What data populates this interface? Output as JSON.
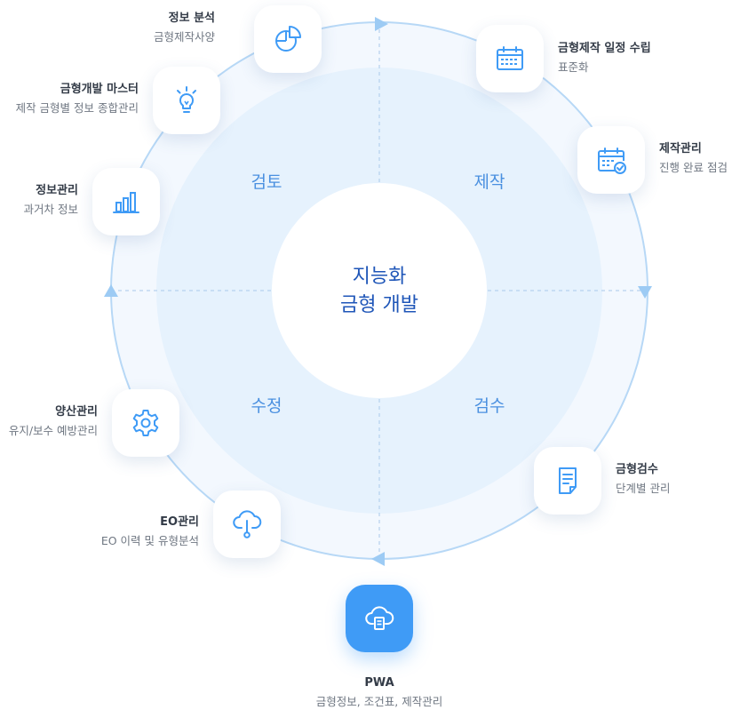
{
  "center": {
    "line1": "지능화",
    "line2": "금형 개발"
  },
  "quadrants": {
    "top_left": "검토",
    "top_right": "제작",
    "bottom_right": "검수",
    "bottom_left": "수정"
  },
  "nodes": {
    "info_analysis": {
      "title": "정보 분석",
      "subtitle": "금형제작사양",
      "icon": "pie-chart-icon"
    },
    "mold_master": {
      "title": "금형개발 마스터",
      "subtitle": "제작 금형별 정보 종합관리",
      "icon": "lightbulb-icon"
    },
    "info_manage": {
      "title": "정보관리",
      "subtitle": "과거차 정보",
      "icon": "bar-chart-icon"
    },
    "schedule": {
      "title": "금형제작 일정 수립",
      "subtitle": "표준화",
      "icon": "calendar-icon"
    },
    "production": {
      "title": "제작관리",
      "subtitle": "진행 완료 점검",
      "icon": "calendar-check-icon"
    },
    "inspection": {
      "title": "금형검수",
      "subtitle": "단계별 관리",
      "icon": "document-icon"
    },
    "mass_production": {
      "title": "양산관리",
      "subtitle": "유지/보수 예방관리",
      "icon": "gear-icon"
    },
    "eo": {
      "title": "EO관리",
      "subtitle": "EO 이력 및 유형분석",
      "icon": "cloud-download-icon"
    },
    "pwa": {
      "title": "PWA",
      "subtitle": "금형정보, 조건표, 제작관리",
      "icon": "cloud-document-icon"
    }
  },
  "colors": {
    "accent": "#3f9bf6",
    "ring": "#b7d8f6",
    "inner": "#e6f2fd",
    "center_text": "#1f56b8",
    "quadrant_text": "#4a90e0"
  }
}
